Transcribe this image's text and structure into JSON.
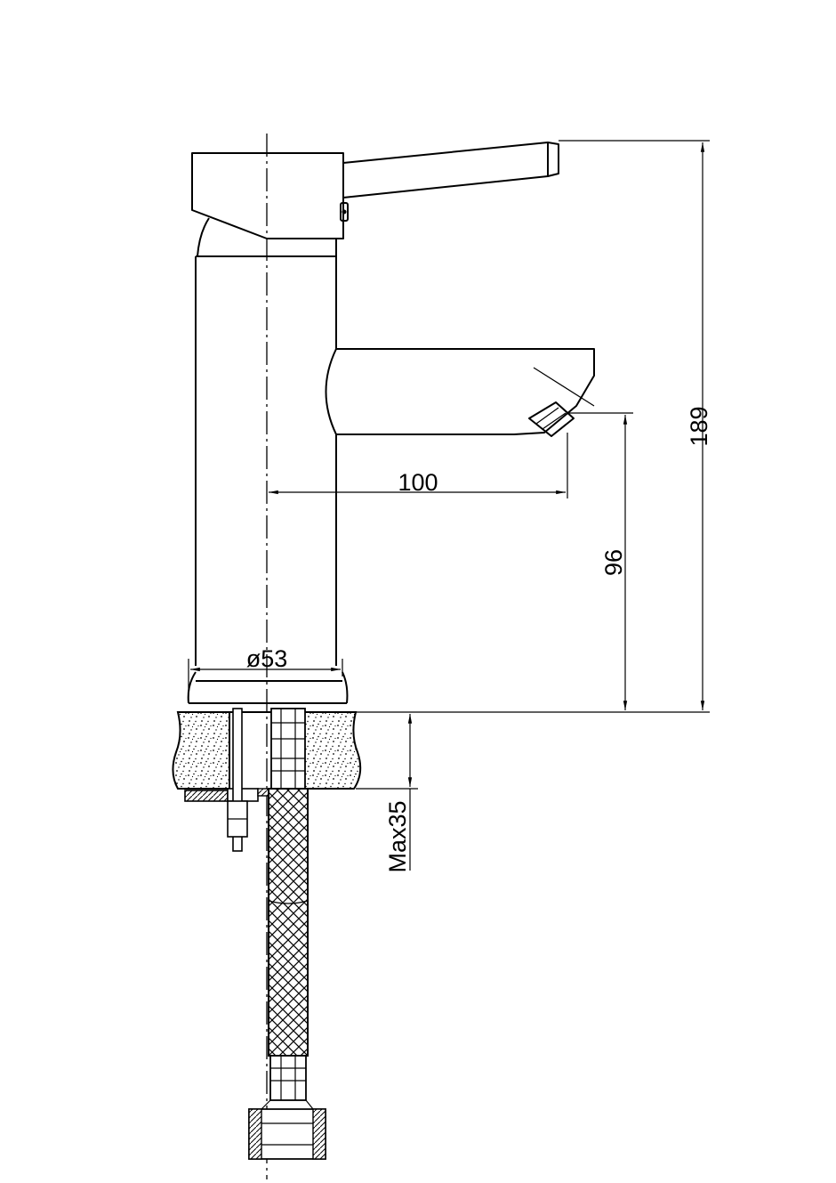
{
  "drawing": {
    "dimensions": {
      "total_height": "189",
      "spout_reach": "100",
      "spout_height": "96",
      "base_diameter": "ø53",
      "max_counter_thickness": "Max35"
    }
  }
}
